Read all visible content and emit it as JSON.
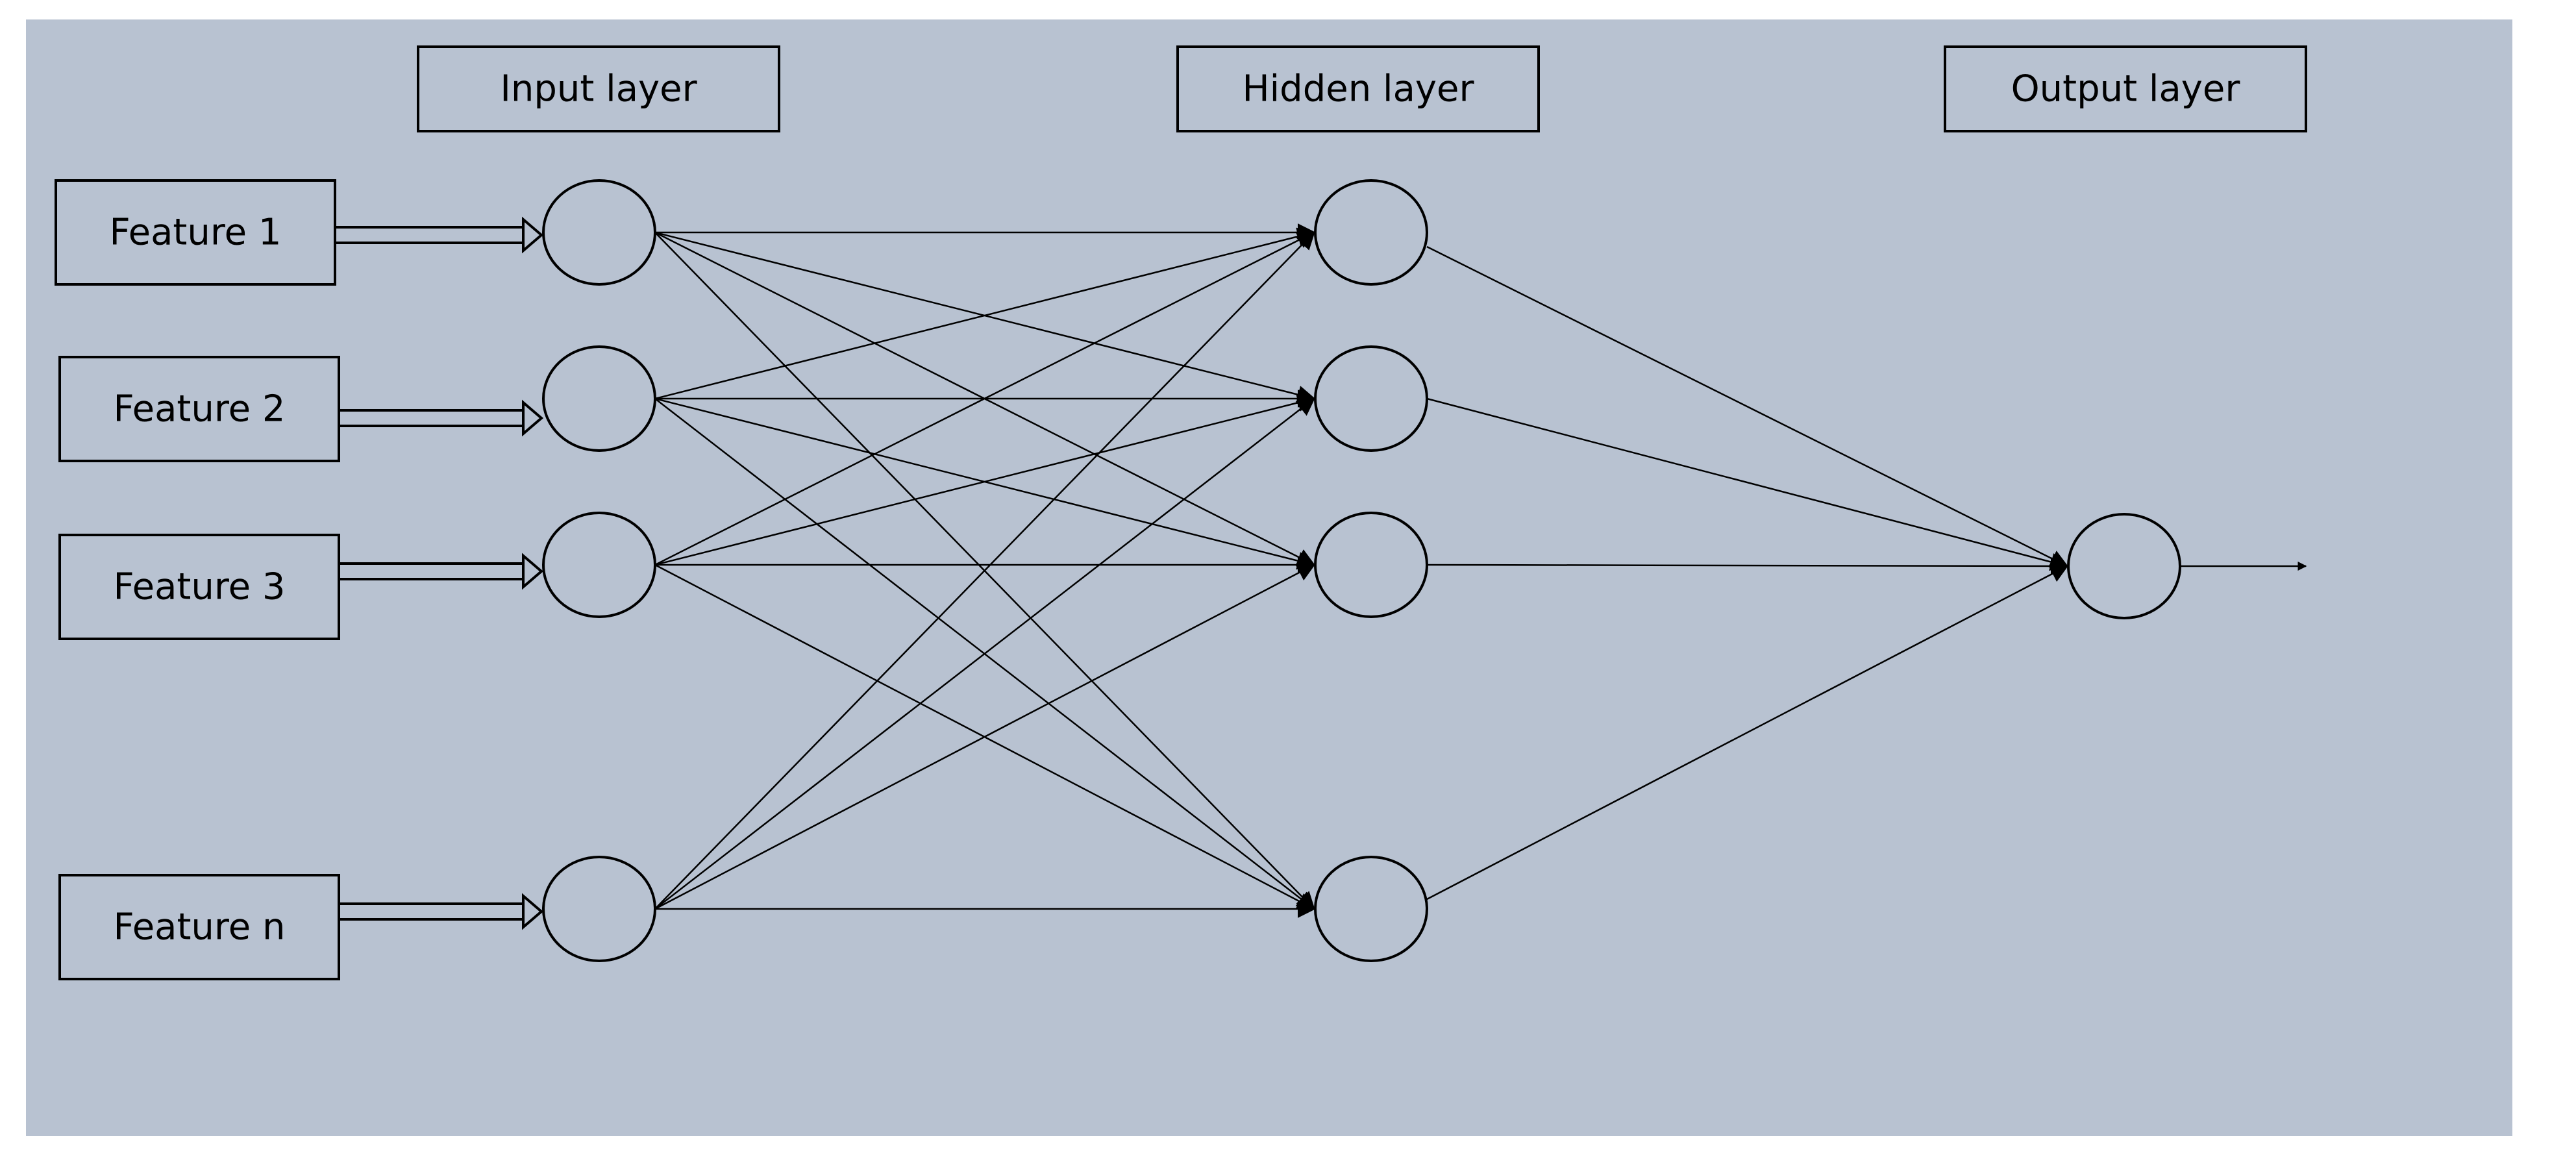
{
  "layers": {
    "input_label": "Input layer",
    "hidden_label": "Hidden layer",
    "output_label": "Output layer"
  },
  "features": [
    {
      "id": "f1",
      "label": "Feature 1"
    },
    {
      "id": "f2",
      "label": "Feature 2"
    },
    {
      "id": "f3",
      "label": "Feature 3"
    },
    {
      "id": "fn",
      "label": "Feature n"
    }
  ],
  "input_nodes": [
    "i1",
    "i2",
    "i3",
    "in"
  ],
  "hidden_nodes": [
    "h1",
    "h2",
    "h3",
    "h4"
  ],
  "output_nodes": [
    "o1"
  ],
  "connections_input_hidden": "all-to-all",
  "connections_hidden_output": "all-to-all",
  "colors": {
    "panel_background": "#b8c2d1",
    "stroke": "#000000",
    "text": "#000000"
  }
}
